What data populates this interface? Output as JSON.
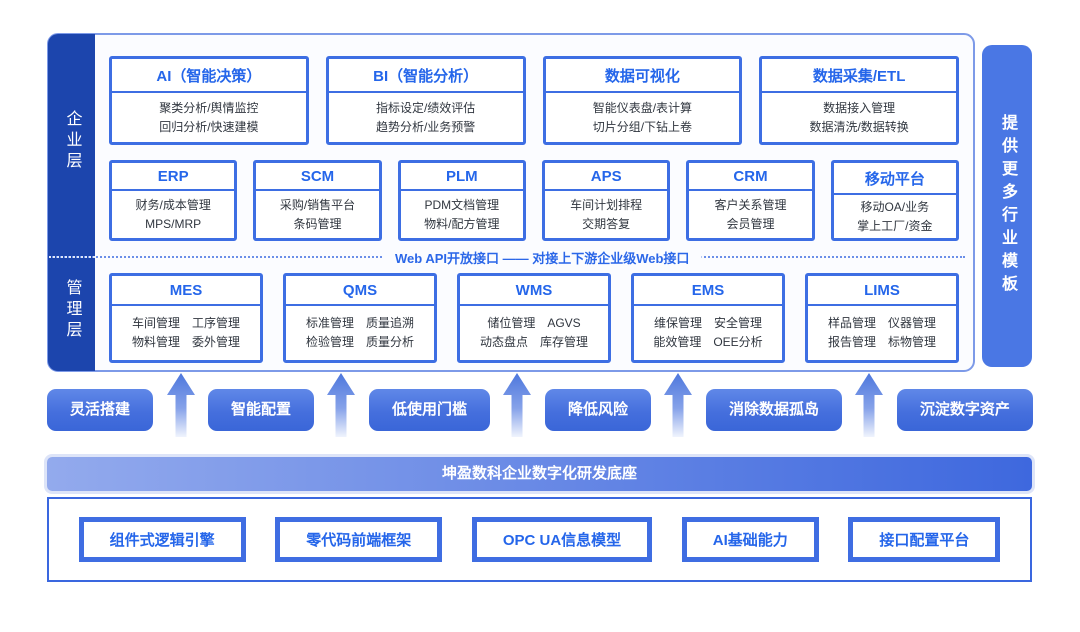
{
  "colors": {
    "primary_blue": "#3d6ee3",
    "layer_bar_blue": "#1c45ad",
    "title_blue": "#2566ea",
    "body_text": "#30363f",
    "arrow_gradient_top": "#4d77dd",
    "arrow_gradient_bottom": "#f0f4fd",
    "banner_gradient_left": "#93aaed",
    "banner_gradient_right": "#3e68de"
  },
  "layers": [
    {
      "label": "企业层"
    },
    {
      "label": "管理层"
    }
  ],
  "right_bar": {
    "label": "提供更多行业模板"
  },
  "modules": {
    "row1": [
      {
        "title": "AI（智能决策）",
        "lines": [
          "聚类分析/舆情监控",
          "回归分析/快速建模"
        ]
      },
      {
        "title": "BI（智能分析）",
        "lines": [
          "指标设定/绩效评估",
          "趋势分析/业务预警"
        ]
      },
      {
        "title": "数据可视化",
        "lines": [
          "智能仪表盘/表计算",
          "切片分组/下钻上卷"
        ]
      },
      {
        "title": "数据采集/ETL",
        "lines": [
          "数据接入管理",
          "数据清洗/数据转换"
        ]
      }
    ],
    "row2": [
      {
        "title": "ERP",
        "lines": [
          "财务/成本管理",
          "MPS/MRP"
        ]
      },
      {
        "title": "SCM",
        "lines": [
          "采购/销售平台",
          "条码管理"
        ]
      },
      {
        "title": "PLM",
        "lines": [
          "PDM文档管理",
          "物料/配方管理"
        ]
      },
      {
        "title": "APS",
        "lines": [
          "车间计划排程",
          "交期答复"
        ]
      },
      {
        "title": "CRM",
        "lines": [
          "客户关系管理",
          "会员管理"
        ]
      },
      {
        "title": "移动平台",
        "lines": [
          "移动OA/业务",
          "掌上工厂/资金"
        ]
      }
    ],
    "row3": [
      {
        "title": "MES",
        "lines": [
          "车间管理　工序管理",
          "物料管理　委外管理"
        ]
      },
      {
        "title": "QMS",
        "lines": [
          "标准管理　质量追溯",
          "检验管理　质量分析"
        ]
      },
      {
        "title": "WMS",
        "lines": [
          "储位管理　AGVS",
          "动态盘点　库存管理"
        ]
      },
      {
        "title": "EMS",
        "lines": [
          "维保管理　安全管理",
          "能效管理　OEE分析"
        ]
      },
      {
        "title": "LIMS",
        "lines": [
          "样品管理　仪器管理",
          "报告管理　标物管理"
        ]
      }
    ]
  },
  "api_divider": {
    "label": "Web API开放接口 —— 对接上下游企业级Web接口"
  },
  "benefits": [
    {
      "label": "灵活搭建"
    },
    {
      "label": "智能配置"
    },
    {
      "label": "低使用门槛"
    },
    {
      "label": "降低风险"
    },
    {
      "label": "消除数据孤岛"
    },
    {
      "label": "沉淀数字资产"
    }
  ],
  "foundation": {
    "banner": "坤盈数科企业数字化研发底座",
    "modules": [
      {
        "label": "组件式逻辑引擎"
      },
      {
        "label": "零代码前端框架"
      },
      {
        "label": "OPC UA信息模型"
      },
      {
        "label": "AI基础能力"
      },
      {
        "label": "接口配置平台"
      }
    ]
  }
}
